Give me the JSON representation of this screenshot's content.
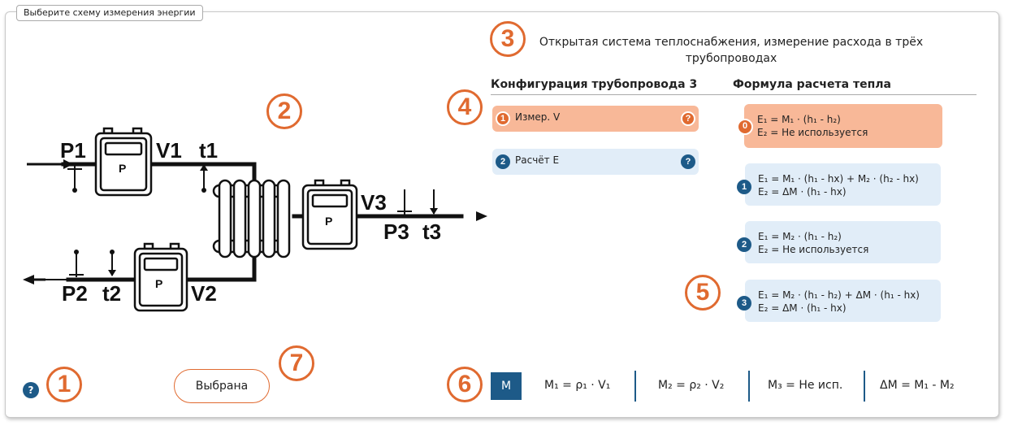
{
  "frame": {
    "title": "Выберите схему измерения энергии"
  },
  "markers": [
    "1",
    "2",
    "3",
    "4",
    "5",
    "6",
    "7"
  ],
  "diagram": {
    "labels": {
      "p1": "P1",
      "v1": "V1",
      "t1": "t1",
      "p2": "P2",
      "t2": "t2",
      "v2": "V2",
      "v3": "V3",
      "p3": "P3",
      "t3": "t3",
      "meter": "P"
    }
  },
  "system_title": "Открытая система теплоснабжения, измерение расхода в трёх трубопроводах",
  "config": {
    "heading": "Конфигурация трубопровода 3",
    "items": [
      {
        "num": "1",
        "label": "Измер. V",
        "help": "?",
        "active": true
      },
      {
        "num": "2",
        "label": "Расчёт E",
        "help": "?",
        "active": false
      }
    ]
  },
  "formulas": {
    "heading": "Формула расчета тепла",
    "items": [
      {
        "num": "0",
        "line1": "E₁ = M₁ · (h₁ - h₂)",
        "line2": "E₂ = Не используется",
        "active": true
      },
      {
        "num": "1",
        "line1": "E₁ = M₁ · (h₁ - hx) + M₂ · (h₂ - hx)",
        "line2": "E₂ = ΔM · (h₁ - hx)",
        "active": false
      },
      {
        "num": "2",
        "line1": "E₁ = M₂ · (h₁ - h₂)",
        "line2": "E₂ = Не используется",
        "active": false
      },
      {
        "num": "3",
        "line1": "E₁ = M₂ · (h₁ - h₂) + ΔM · (h₁ - hx)",
        "line2": "E₂ = ΔM · (h₁ - hx)",
        "active": false
      }
    ]
  },
  "help_button": "?",
  "select_button": "Выбрана",
  "mass": {
    "badge": "M",
    "m1": "M₁ = ρ₁ · V₁",
    "m2": "M₂ = ρ₂ · V₂",
    "m3": "M₃ = Не исп.",
    "dm": "ΔM = M₁ - M₂"
  },
  "colors": {
    "accent": "#e06a30",
    "blue": "#1d5a88",
    "active_bg": "#f8b898",
    "inactive_bg": "#e1edf8"
  }
}
